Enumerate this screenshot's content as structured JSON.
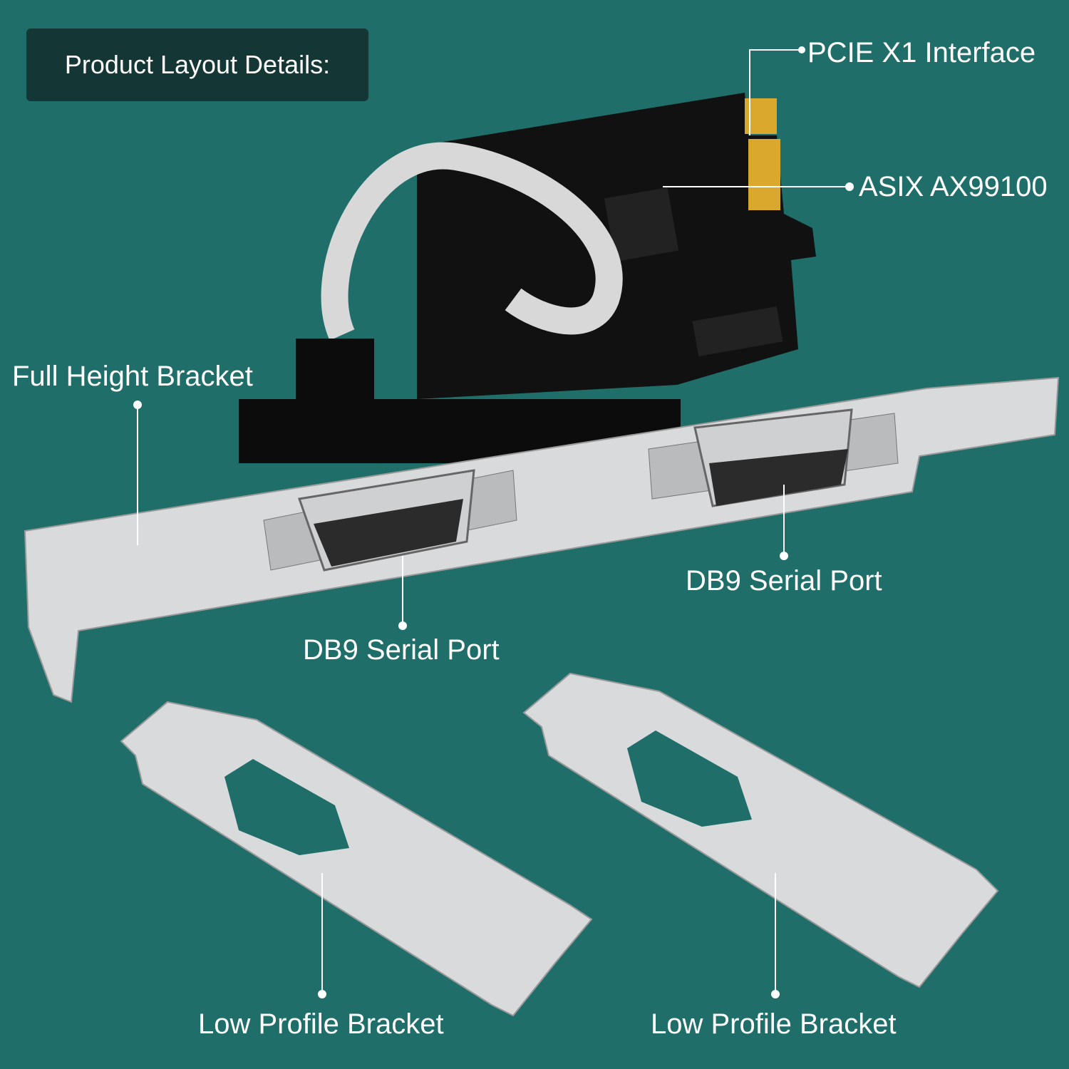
{
  "title": "Product Layout Details:",
  "colors": {
    "background": "#1f6e6a",
    "title_box": "#143634",
    "text": "#ffffff",
    "pcb": "#111111",
    "bracket": "#d9dadb",
    "gold_fingers": "#d9a82c"
  },
  "callouts": {
    "pcie": "PCIE X1 Interface",
    "chip": "ASIX AX99100",
    "full_height": "Full Height Bracket",
    "db9_left": "DB9 Serial Port",
    "db9_right": "DB9 Serial Port",
    "low_profile_left": "Low Profile Bracket",
    "low_profile_right": "Low Profile Bracket"
  }
}
